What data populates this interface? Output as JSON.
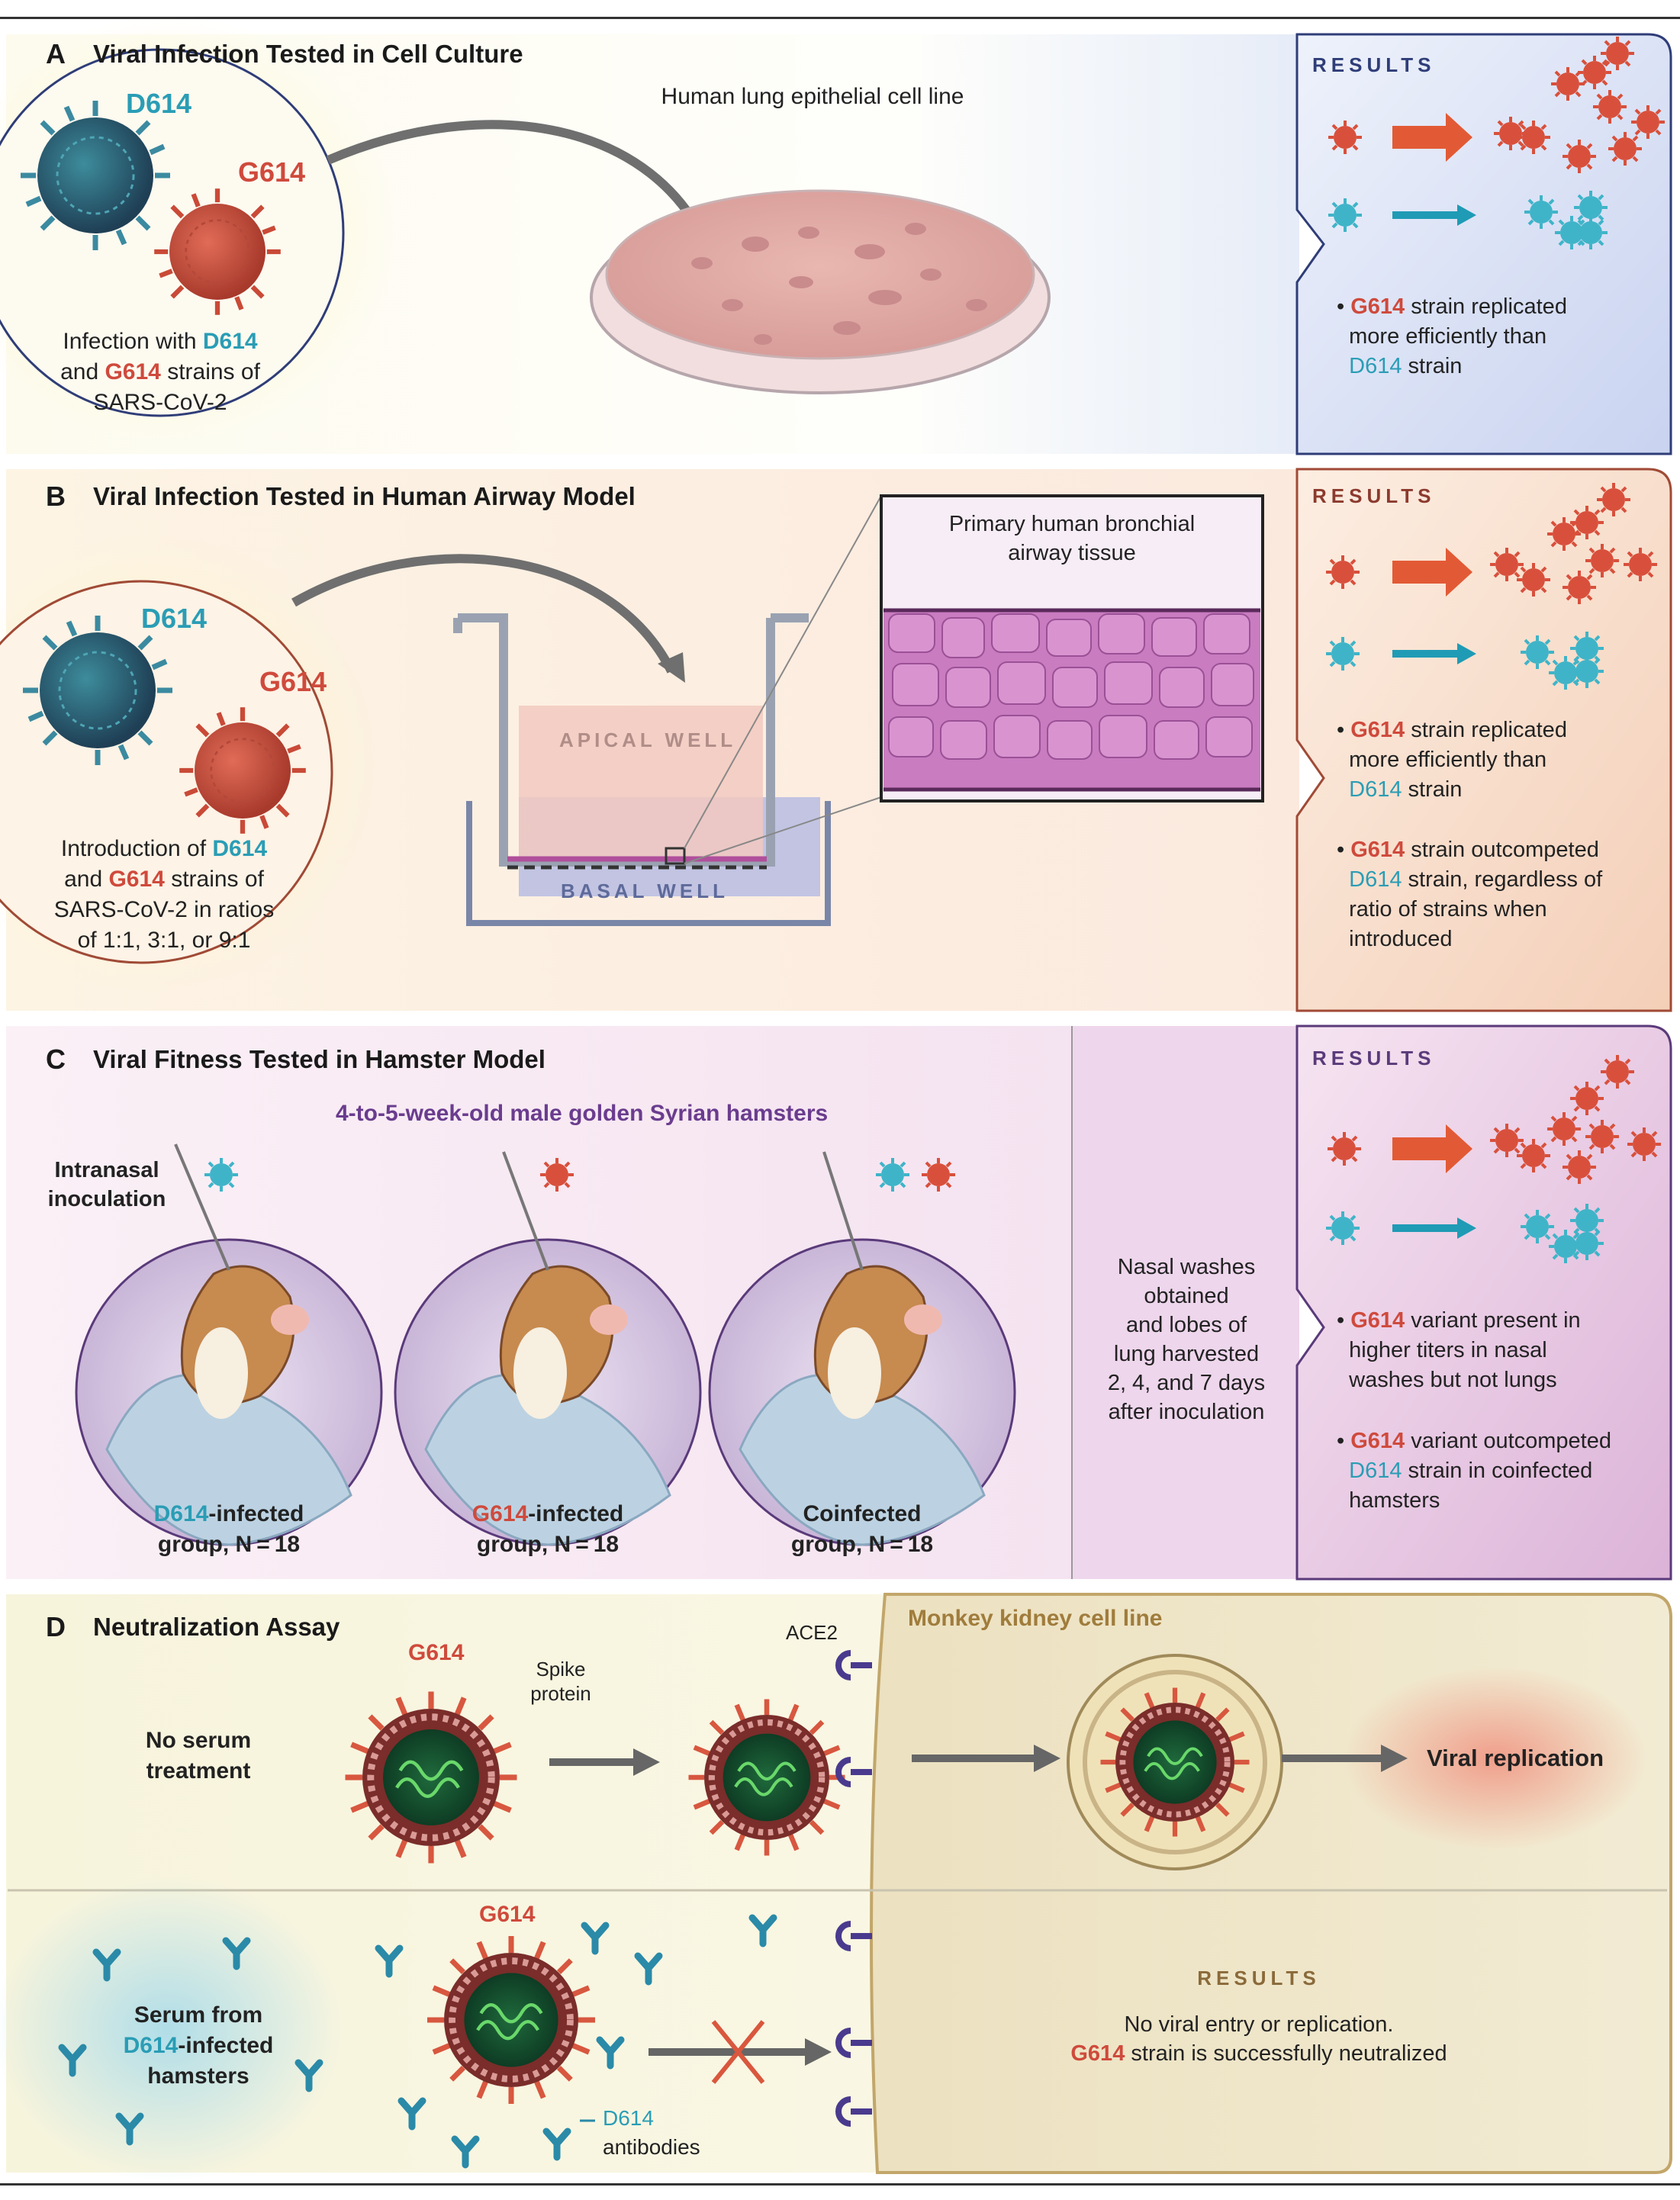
{
  "panels": {
    "a": {
      "letter": "A",
      "title": "Viral Infection Tested in Cell Culture",
      "virus_d": "D614",
      "virus_g": "G614",
      "infection_line1_pre": "Infection with ",
      "infection_line1_d": "D614",
      "infection_line2_pre": "and ",
      "infection_line2_g": "G614",
      "infection_line2_post": " strains of",
      "infection_line3": "SARS-CoV-2",
      "dish_label": "Human lung epithelial cell line",
      "results_heading": "RESULTS",
      "result1_line1_g": "G614",
      "result1_line1_post": " strain replicated",
      "result1_line2": "more efficiently than",
      "result1_line3_d": "D614",
      "result1_line3_post": " strain"
    },
    "b": {
      "letter": "B",
      "title": "Viral Infection Tested in Human Airway Model",
      "virus_d": "D614",
      "virus_g": "G614",
      "intro_line1_pre": "Introduction of ",
      "intro_line1_d": "D614",
      "intro_line2_pre": "and ",
      "intro_line2_g": "G614",
      "intro_line2_post": " strains of",
      "intro_line3": "SARS-CoV-2 in ratios",
      "intro_line4": "of 1:1, 3:1, or 9:1",
      "tissue_line1": "Primary human bronchial",
      "tissue_line2": "airway tissue",
      "apical_label": "APICAL WELL",
      "basal_label": "BASAL WELL",
      "results_heading": "RESULTS",
      "result1_line1_g": "G614",
      "result1_line1_post": " strain replicated",
      "result1_line2": "more efficiently than",
      "result1_line3_d": "D614",
      "result1_line3_post": " strain",
      "result2_line1_g": "G614",
      "result2_line1_post": " strain outcompeted",
      "result2_line2_d": "D614",
      "result2_line2_post": " strain, regardless of",
      "result2_line3": "ratio of strains when",
      "result2_line4": "introduced"
    },
    "c": {
      "letter": "C",
      "title": "Viral Fitness Tested in Hamster Model",
      "hamster_desc": "4-to-5-week-old male golden Syrian hamsters",
      "inoculation_line1": "Intranasal",
      "inoculation_line2": "inoculation",
      "group1_d": "D614",
      "group1_post": "-infected",
      "group1_line2": "group, N = 18",
      "group2_g": "G614",
      "group2_post": "-infected",
      "group2_line2": "group, N = 18",
      "group3_line1": "Coinfected",
      "group3_line2": "group, N = 18",
      "nasal_lines": [
        "Nasal washes",
        "obtained",
        "and lobes of",
        "lung harvested",
        "2, 4, and 7 days",
        "after inoculation"
      ],
      "results_heading": "RESULTS",
      "result1_line1_g": "G614",
      "result1_line1_post": " variant present in",
      "result1_line2": "higher titers in nasal",
      "result1_line3": "washes but not lungs",
      "result2_line1_g": "G614",
      "result2_line1_post": " variant outcompeted",
      "result2_line2_d": "D614",
      "result2_line2_post": " strain in coinfected",
      "result2_line3": "hamsters"
    },
    "d": {
      "letter": "D",
      "title": "Neutralization Assay",
      "cell_line": "Monkey kidney cell line",
      "ace2": "ACE2",
      "virus_g_top": "G614",
      "spike_line1": "Spike",
      "spike_line2": "protein",
      "no_serum_line1": "No serum",
      "no_serum_line2": "treatment",
      "viral_replication": "Viral replication",
      "virus_g_bottom": "G614",
      "serum_line1": "Serum from",
      "serum_line2_d": "D614",
      "serum_line2_post": "-infected",
      "serum_line3": "hamsters",
      "antibody_line1": "D614",
      "antibody_line2": "antibodies",
      "results_heading": "RESULTS",
      "result_line1": "No viral entry or replication.",
      "result_line2_g": "G614",
      "result_line2_post": " strain is successfully neutralized"
    }
  },
  "colors": {
    "d614_teal": "#2a9db5",
    "g614_red": "#cf4a3c",
    "results_navy": "#2f3d78",
    "results_brown": "#8c3a2e",
    "results_purple": "#5a3a7a",
    "results_tan": "#8a6a3a"
  }
}
